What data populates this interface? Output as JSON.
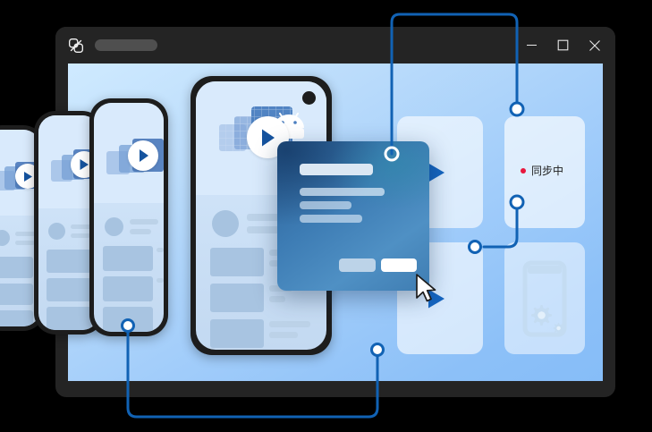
{
  "window": {
    "logo_icon": "sync-mirror-logo-icon",
    "title_placeholder": "",
    "controls": [
      {
        "name": "minimize",
        "icon": "minimize-icon"
      },
      {
        "name": "maximize",
        "icon": "maximize-icon"
      },
      {
        "name": "close",
        "icon": "close-icon"
      }
    ],
    "chrome_color": "#242424",
    "content_gradient_from": "#cfeaff",
    "content_gradient_to": "#86bdf8"
  },
  "status": {
    "label": "同步中",
    "dot_color": "#e8173d"
  },
  "cards": [
    {
      "name": "play-card-top",
      "icon": "play-triangle-icon"
    },
    {
      "name": "play-card-bottom",
      "icon": "play-triangle-icon"
    },
    {
      "name": "sync-status-card",
      "icon": "status-dot-icon"
    },
    {
      "name": "device-settings-card",
      "icon": "phone-gears-icon"
    }
  ],
  "modal": {
    "close_icon": "circle-node-icon",
    "title_bar": "",
    "body_lines": [
      "",
      "",
      ""
    ],
    "buttons": [
      {
        "name": "secondary-button",
        "label": "",
        "color": "#bcd3e8"
      },
      {
        "name": "primary-button",
        "label": "",
        "color": "#ffffff"
      }
    ],
    "accent": "#3d7cb4"
  },
  "phones": [
    {
      "name": "phone-mockup-1",
      "icon": "play-button-icon"
    },
    {
      "name": "phone-mockup-2",
      "icon": "play-button-icon"
    },
    {
      "name": "phone-mockup-3",
      "icon": "play-button-icon"
    },
    {
      "name": "phone-mockup-4",
      "icon": "play-button-icon"
    },
    {
      "name": "phone-mockup-front",
      "icon": "play-button-icon"
    }
  ],
  "connectors": {
    "line_color": "#1162b4",
    "nodes": [
      {
        "name": "node-modal-top"
      },
      {
        "name": "node-sync-card-top"
      },
      {
        "name": "node-sync-card-bottom"
      },
      {
        "name": "node-play-card-bottom"
      },
      {
        "name": "node-phone-bottom-left"
      },
      {
        "name": "node-phone-bottom-right"
      }
    ]
  },
  "cursor": {
    "name": "mouse-pointer-icon"
  }
}
